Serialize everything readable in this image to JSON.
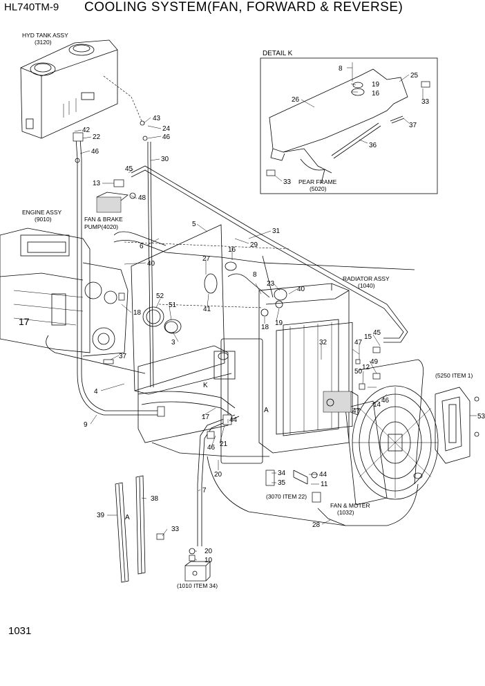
{
  "header": {
    "model": "HL740TM-9",
    "title": "COOLING SYSTEM(FAN, FORWARD & REVERSE)"
  },
  "page_number": "1031",
  "detail": {
    "title": "DETAIL K"
  },
  "assemblies": {
    "hyd_tank": {
      "name": "HYD TANK ASSY",
      "ref": "(3120)"
    },
    "engine": {
      "name": "ENGINE ASSY",
      "ref": "(9010)"
    },
    "pump_line1": "FAN & BRAKE",
    "pump_line2": "PUMP(4020)",
    "radiator": {
      "name": "RADIATOR ASSY",
      "ref": "(1040)"
    },
    "pear_frame": {
      "name": "PEAR FRAME",
      "ref": "(5020)"
    },
    "fan_motor": {
      "name": "FAN & MOTER",
      "ref": "(1032)"
    },
    "ref_5250": "(5250 ITEM 1)",
    "ref_3070": "(3070 ITEM 22)",
    "ref_1010": "(1010 ITEM 34)"
  },
  "markers": {
    "a1": "A",
    "a2": "A",
    "k": "K"
  },
  "callouts": {
    "c43": "43",
    "c42": "42",
    "c22": "22",
    "c24": "24",
    "c46a": "46",
    "c46b": "46",
    "c30": "30",
    "c45a": "45",
    "c13": "13",
    "c48": "48",
    "c5": "5",
    "c6": "6",
    "c31": "31",
    "c29": "29",
    "c16a": "16",
    "c40a": "40",
    "c27": "27",
    "c8a": "8",
    "c23": "23",
    "c40b": "40",
    "c52": "52",
    "c51": "51",
    "c41": "41",
    "c18a": "18",
    "c18b": "18",
    "c19a": "19",
    "c3": "3",
    "c17a": "17",
    "c37a": "37",
    "c4": "4",
    "c9": "9",
    "c17b": "17",
    "c44a": "44",
    "c21": "21",
    "c46c": "46",
    "c20a": "20",
    "c32": "32",
    "c47a": "47",
    "c15": "15",
    "c45b": "45",
    "c49": "49",
    "c50": "50",
    "c12": "12",
    "c14": "14",
    "c46d": "46",
    "c47b": "47",
    "c53": "53",
    "c7": "7",
    "c34": "34",
    "c35": "35",
    "c44b": "44",
    "c11": "11",
    "c38": "38",
    "c39": "39",
    "c33a": "33",
    "c20b": "20",
    "c10": "10",
    "c28": "28",
    "d8": "8",
    "d25": "25",
    "d19": "19",
    "d16": "16",
    "d26": "26",
    "d33a": "33",
    "d37": "37",
    "d36": "36",
    "d33b": "33"
  }
}
